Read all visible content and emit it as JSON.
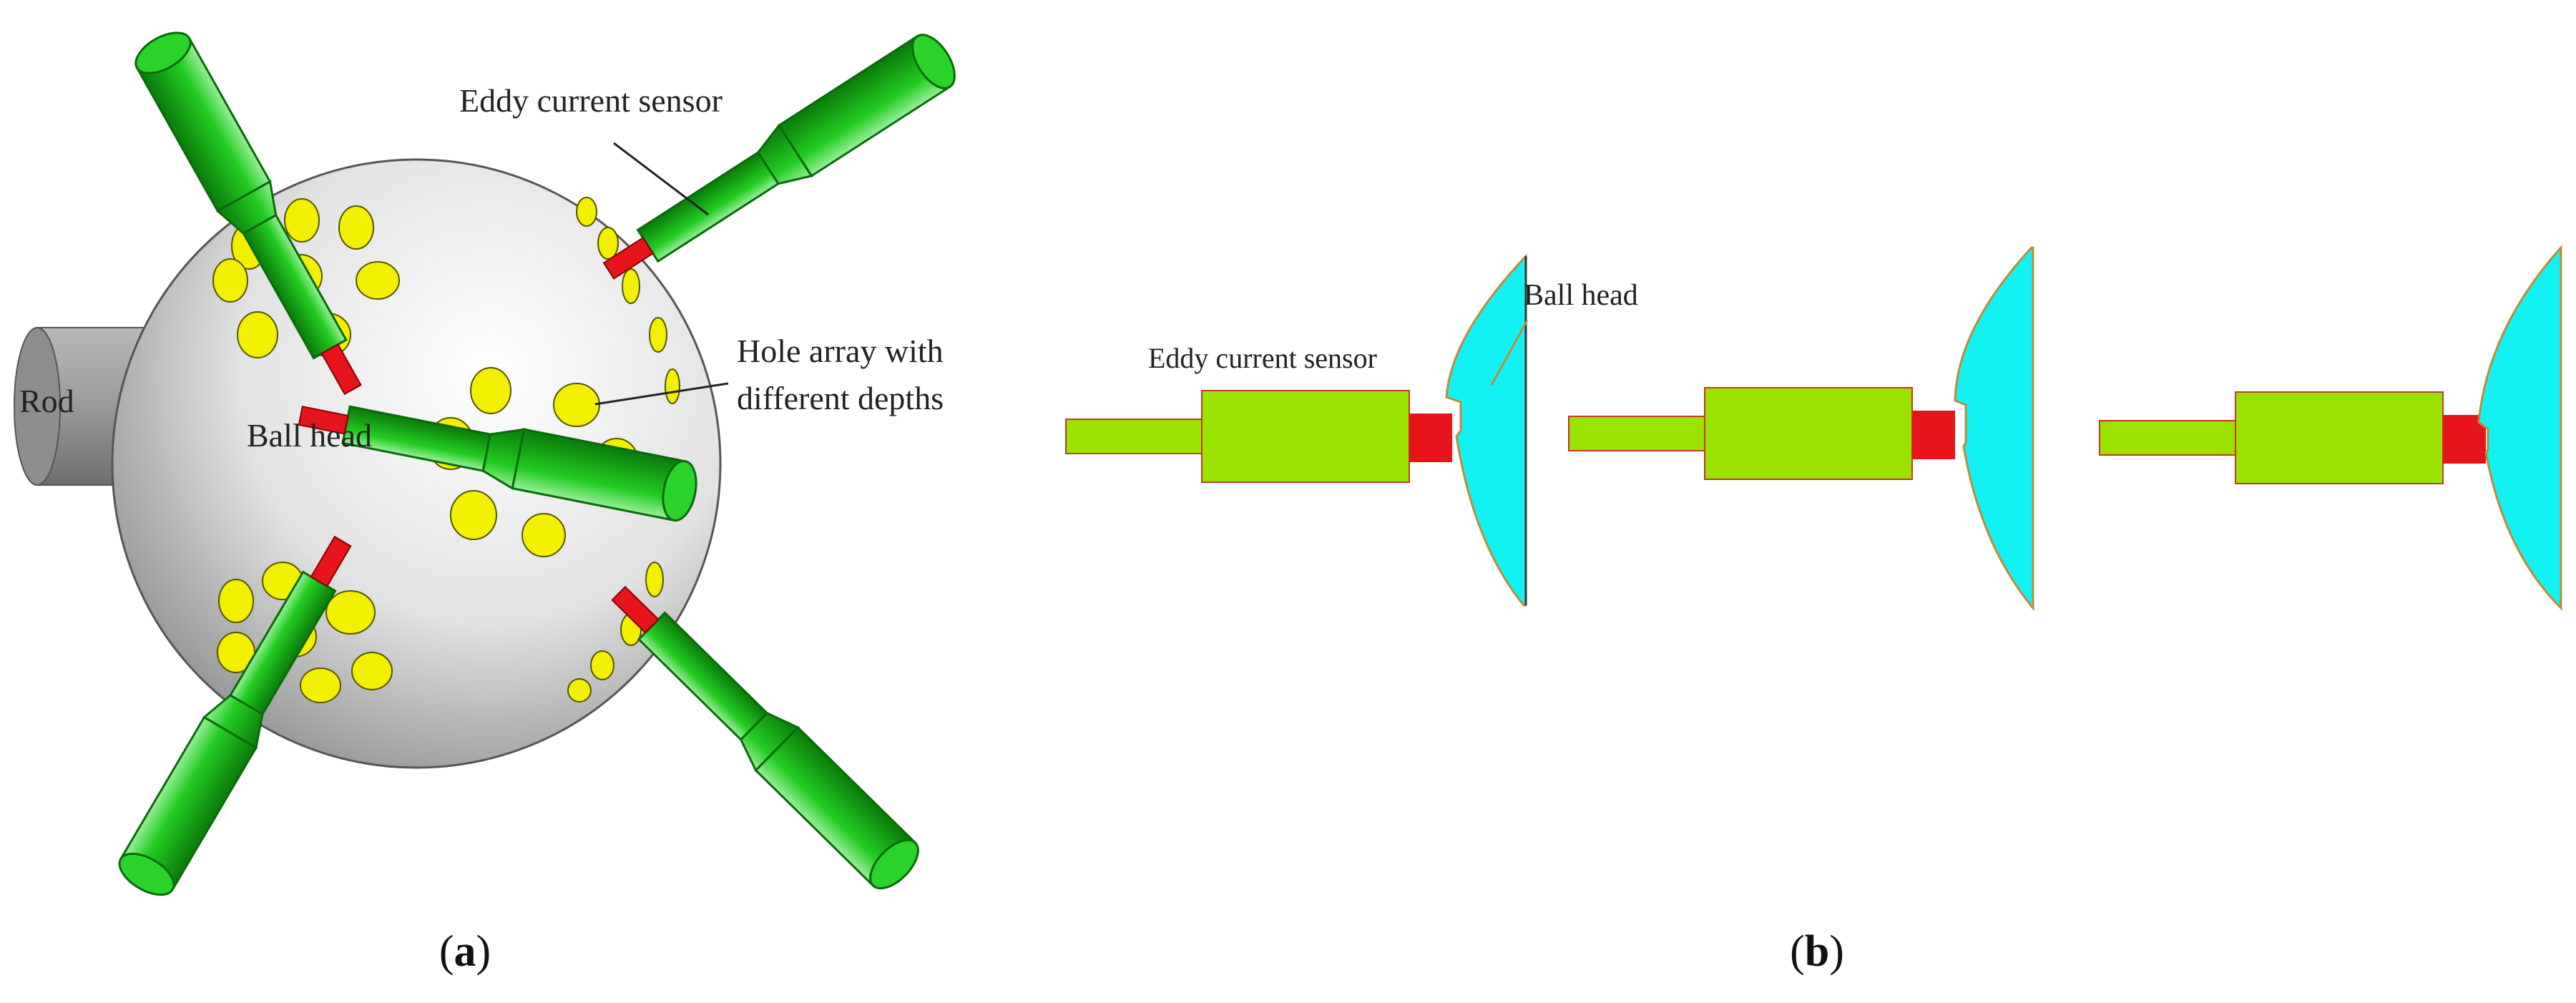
{
  "panel_a": {
    "labels": {
      "eddy_current_sensor": "Eddy current sensor",
      "hole_array": [
        "Hole array with",
        "different depths"
      ],
      "ball_head": "Ball head",
      "rod": "Rod"
    },
    "caption": {
      "open": "(",
      "letter": "a",
      "close": ")"
    }
  },
  "panel_b": {
    "labels": {
      "eddy_current_sensor": "Eddy current sensor",
      "ball_head": "Ball head"
    },
    "caption": {
      "open": "(",
      "letter": "b",
      "close": ")"
    }
  },
  "colors": {
    "sensor_body": "#9be200",
    "sensor_tip": "#e8141c",
    "ball_head_section": "#12f2f2",
    "holes": "#f2ef00",
    "sphere": "#d8d8d8",
    "cylinder_green": "#1fc41f"
  }
}
